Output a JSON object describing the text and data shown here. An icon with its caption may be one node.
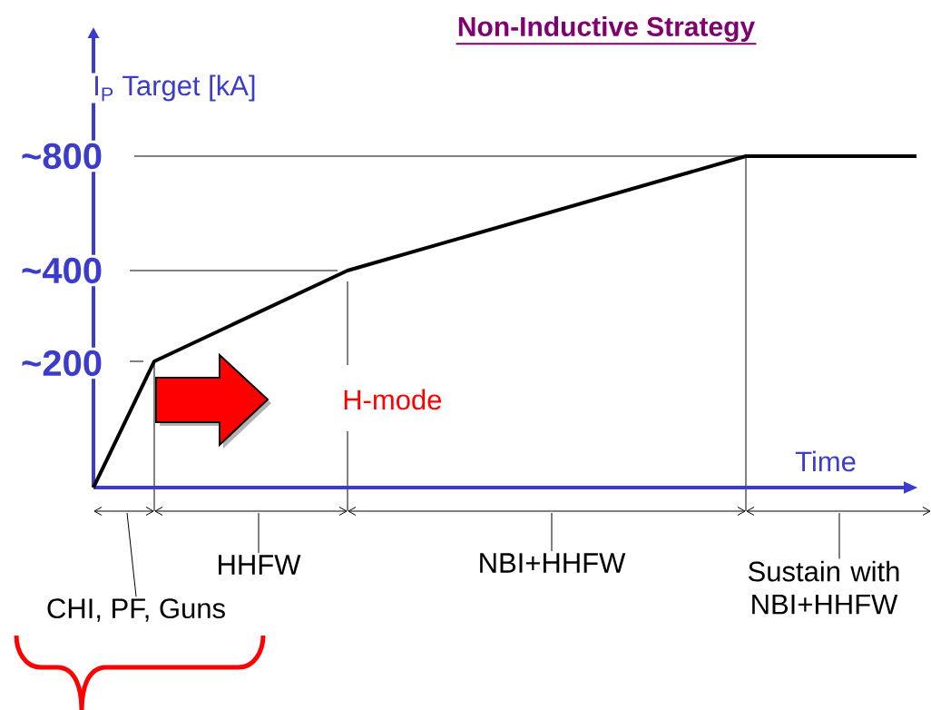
{
  "diagram": {
    "title": "Non-Inductive Strategy",
    "nodes": [
      {
        "text": [
          "HHFW"
        ]
      },
      {
        "text": [
          "NBI+HHFW"
        ]
      },
      {
        "text": [
          "Sustain with NBI+HHFW"
        ]
      },
      {
        "text": [
          "CHI, PF, Guns"
        ]
      }
    ],
    "edges": [
      {
        "from": 0,
        "to": null,
        "arrow": "none"
      },
      {
        "from": 1,
        "to": null,
        "arrow": "none"
      },
      {
        "from": 2,
        "to": null,
        "arrow": "none"
      },
      {
        "from": 3,
        "to": null,
        "arrow": "none"
      }
    ],
    "labels": [
      "I$_{P}$ Target [kA]",
      "~800",
      "~400",
      "~200",
      "H-mode",
      "Time"
    ]
  }
}
